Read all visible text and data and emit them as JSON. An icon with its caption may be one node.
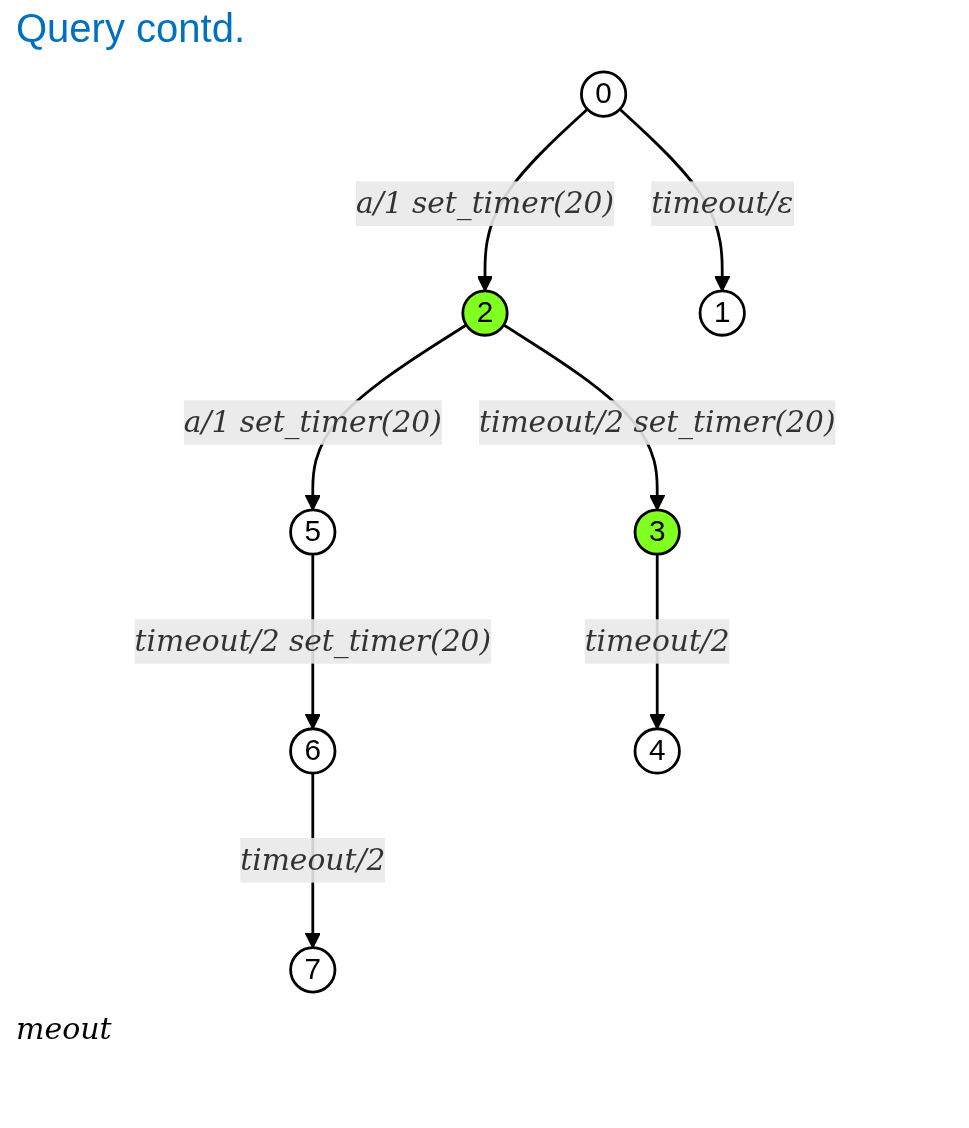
{
  "diagram": {
    "title": "Query contd.",
    "nodes": [
      {
        "text": [
          "0"
        ]
      },
      {
        "text": [
          "2"
        ]
      },
      {
        "text": [
          "1"
        ]
      },
      {
        "text": [
          "5"
        ]
      },
      {
        "text": [
          "3"
        ]
      },
      {
        "text": [
          "6"
        ]
      },
      {
        "text": [
          "4"
        ]
      },
      {
        "text": [
          "7"
        ]
      }
    ],
    "edges": [
      {
        "from": 0,
        "to": 1,
        "arrow": "to",
        "label": "a/1 set_timer(20)"
      },
      {
        "from": 0,
        "to": 2,
        "arrow": "to",
        "label": "timeout/ε"
      },
      {
        "from": 1,
        "to": 3,
        "arrow": "to",
        "label": "a/1 set_timer(20)"
      },
      {
        "from": 1,
        "to": 4,
        "arrow": "to",
        "label": "timeout/2 set_timer(20)"
      },
      {
        "from": 4,
        "to": 6,
        "arrow": "to",
        "label": "timeout/2"
      },
      {
        "from": 3,
        "to": 5,
        "arrow": "to",
        "label": "timeout/2 set_timer(20)"
      },
      {
        "from": 5,
        "to": 7,
        "arrow": "to",
        "label": "timeout/2"
      }
    ],
    "labels": [
      "meout"
    ]
  }
}
